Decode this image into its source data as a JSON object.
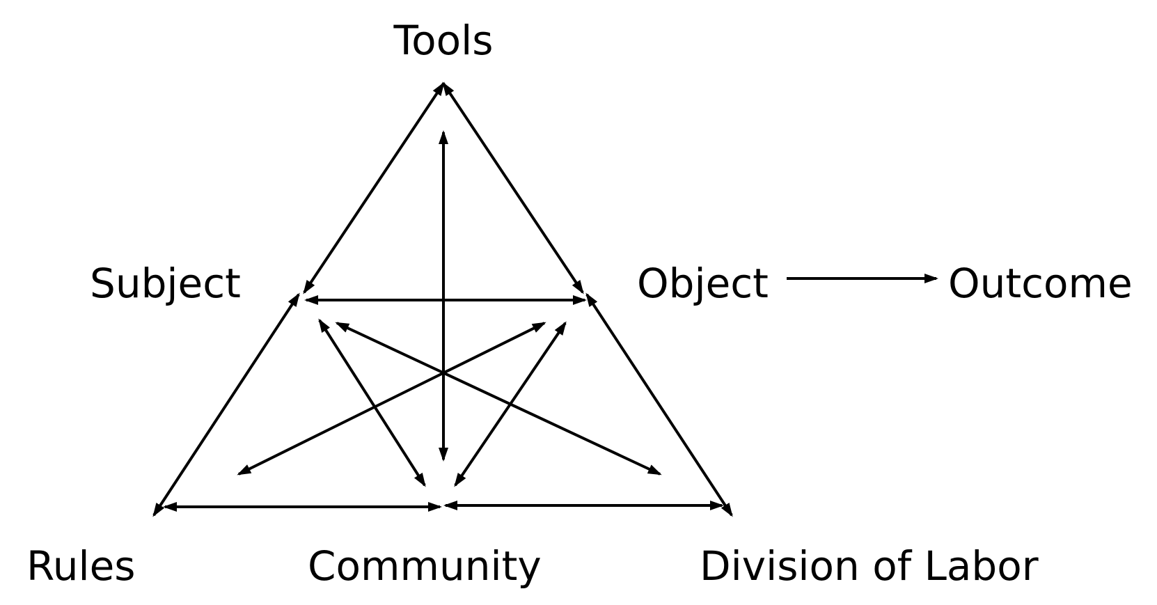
{
  "diagram": {
    "labels": {
      "tools": "Tools",
      "subject": "Subject",
      "object": "Object",
      "outcome": "Outcome",
      "rules": "Rules",
      "community": "Community",
      "division_of_labor": "Division of Labor"
    },
    "line_color": "#000000",
    "background_color": "#ffffff"
  }
}
